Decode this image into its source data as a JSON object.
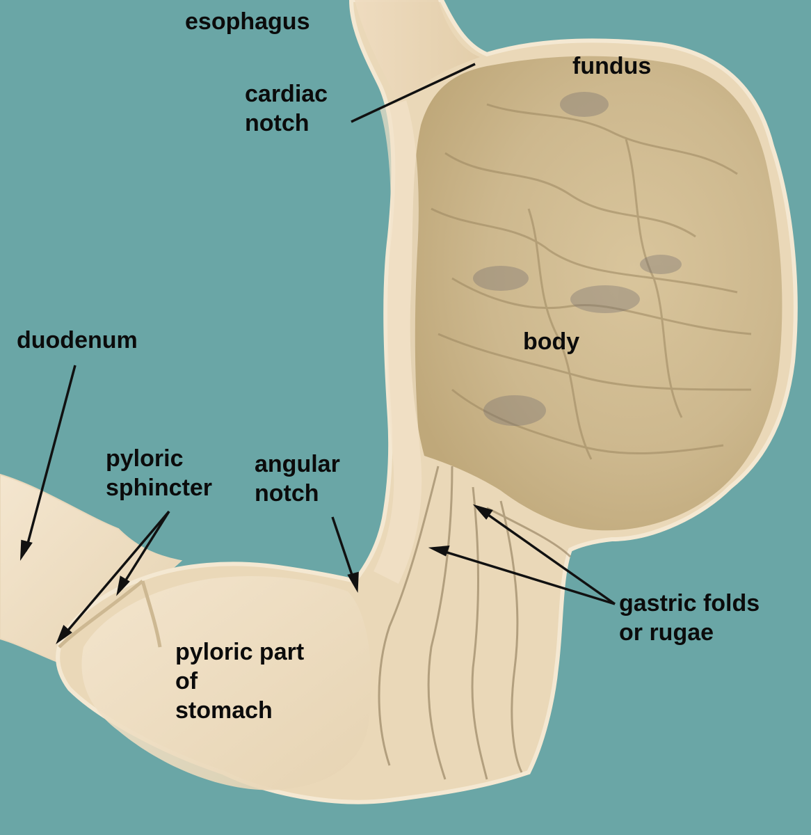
{
  "colors": {
    "background": "#6aa6a6",
    "tissue_light": "#f3e4cc",
    "tissue_mid": "#dcc9a4",
    "tissue_dark": "#a89468",
    "label_text": "#0b0b0b"
  },
  "labels": {
    "esophagus": [
      "esophagus"
    ],
    "fundus": [
      "fundus"
    ],
    "cardiac_notch": [
      "cardiac",
      "notch"
    ],
    "body": [
      "body"
    ],
    "duodenum": [
      "duodenum"
    ],
    "pyloric_sphincter": [
      "pyloric",
      "sphincter"
    ],
    "angular_notch": [
      "angular",
      "notch"
    ],
    "gastric_folds": [
      "gastric folds",
      "or rugae"
    ],
    "pyloric_part": [
      "pyloric part",
      "of",
      "stomach"
    ]
  }
}
